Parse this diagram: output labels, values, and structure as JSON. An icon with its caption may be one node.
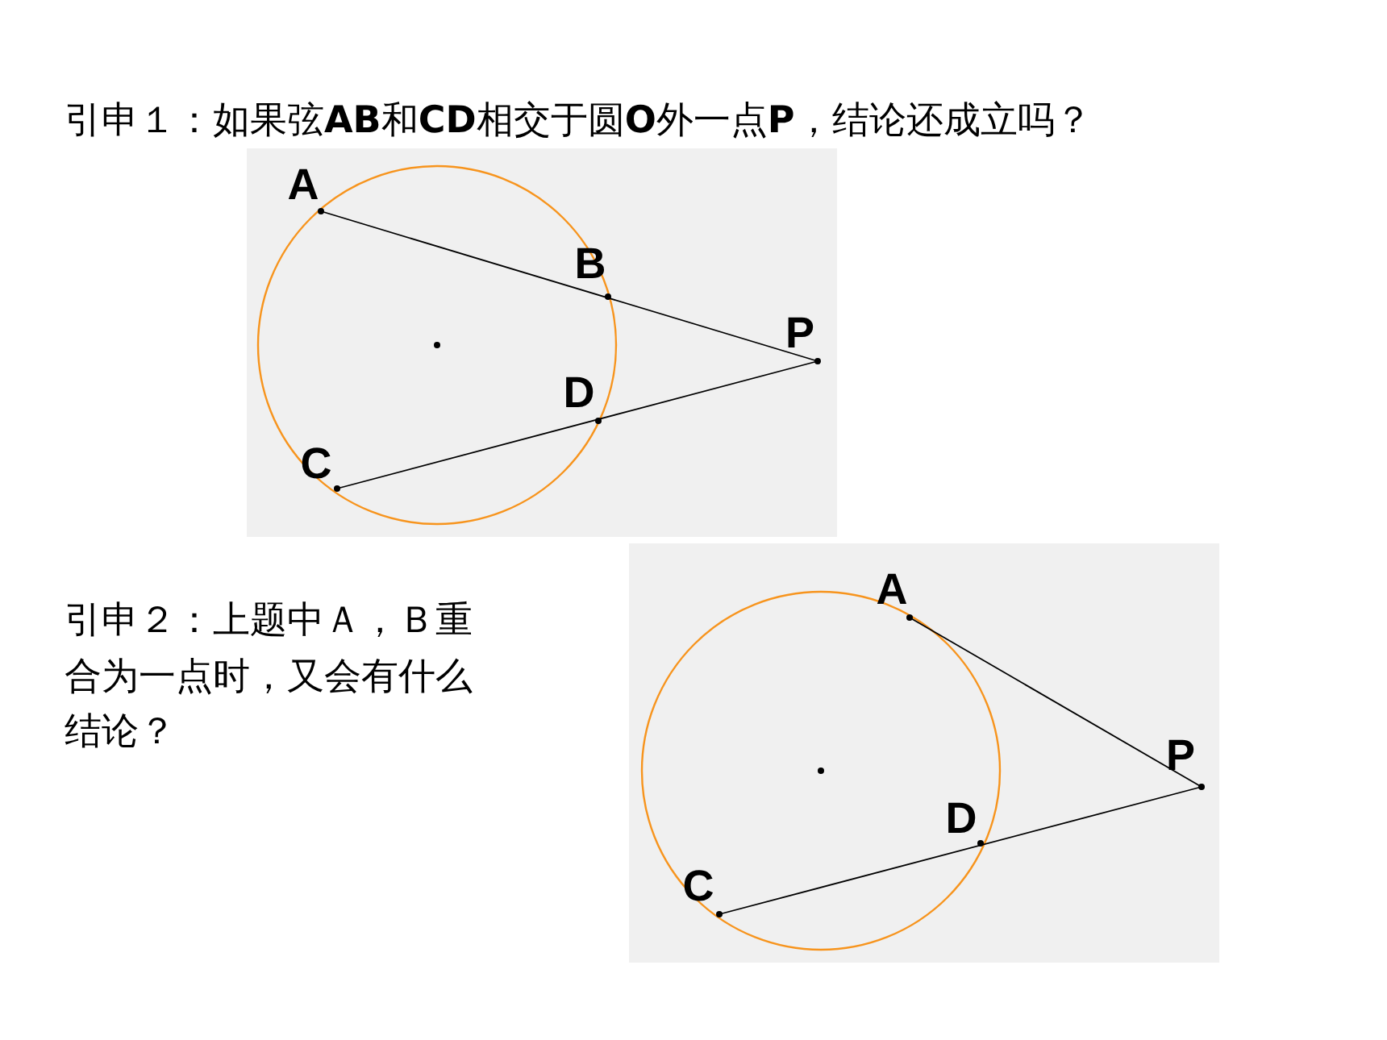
{
  "diagram": {
    "labels": [
      "引申１：如果弦**AB**和**CD**相交于圆**O**外一点**P**，结论还成立吗？",
      "A",
      "B",
      "P",
      "D",
      "C",
      "A",
      "P",
      "D",
      "C",
      "引申２：上题中Ａ，Ｂ重合为一点时，又会有什么结论？"
    ]
  }
}
